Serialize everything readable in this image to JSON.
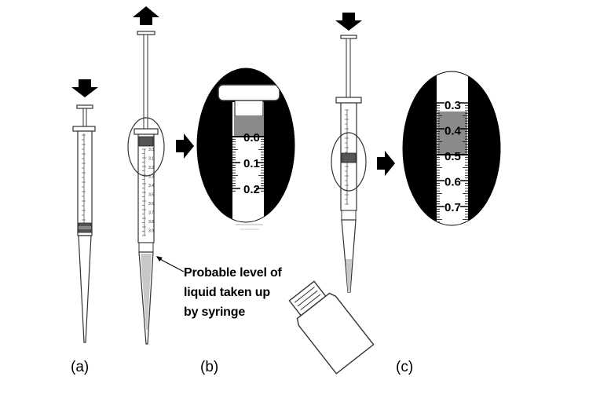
{
  "panels": {
    "a": {
      "caption": "(a)"
    },
    "b": {
      "caption": "(b)",
      "zoom_labels": [
        "0.0",
        "0.1",
        "0.2"
      ],
      "barrel_labels": [
        "3.0",
        "3.1",
        "3.2",
        "3.3",
        "3.4",
        "3.5",
        "3.6",
        "3.7",
        "3.8",
        "3.9"
      ]
    },
    "c": {
      "caption": "(c)",
      "zoom_labels": [
        "0.3",
        "0.4",
        "0.5",
        "0.6",
        "0.7"
      ]
    }
  },
  "annotation": {
    "line1": "Probable level of",
    "line2": "liquid taken up",
    "line3": "by syringe"
  },
  "colors": {
    "ink": "#000000",
    "liquid": "#9a9a9a",
    "liquid_light": "#c8c8c8",
    "outline": "#333333"
  },
  "icons": [
    "arrow-down-icon",
    "arrow-up-icon",
    "arrow-right-icon"
  ]
}
